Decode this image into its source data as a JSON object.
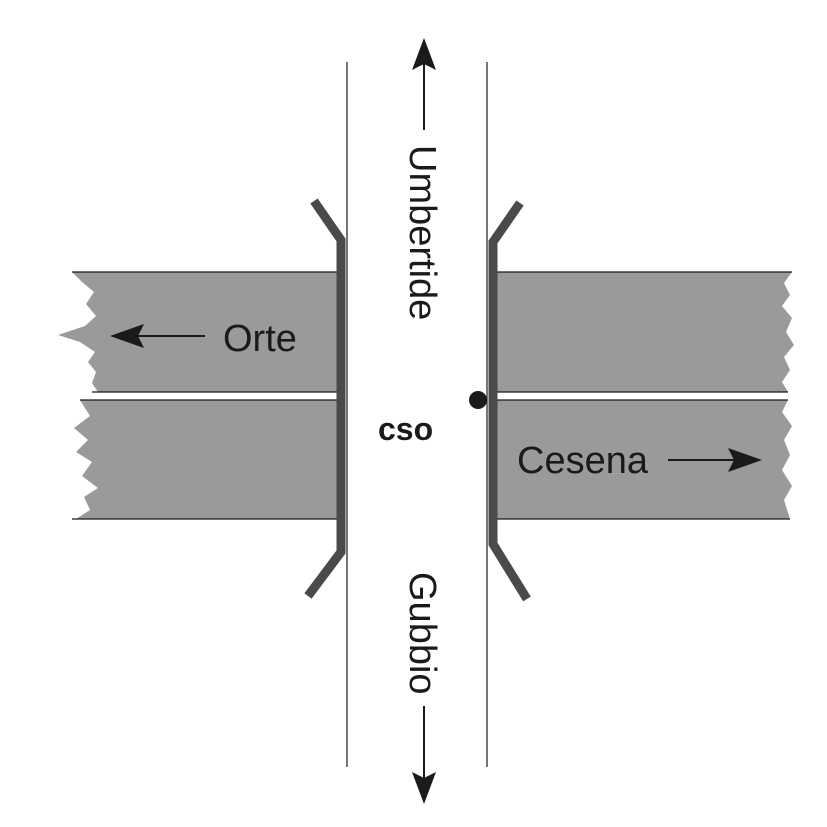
{
  "diagram": {
    "north_label": "Umbertide",
    "south_label": "Gubbio",
    "west_label": "Orte",
    "east_label": "Cesena",
    "center_label": "cso"
  },
  "colors": {
    "road_fill": "#9a9a9a",
    "guardrail": "#4a4a4a",
    "line": "#1a1a1a",
    "background": "#ffffff"
  }
}
